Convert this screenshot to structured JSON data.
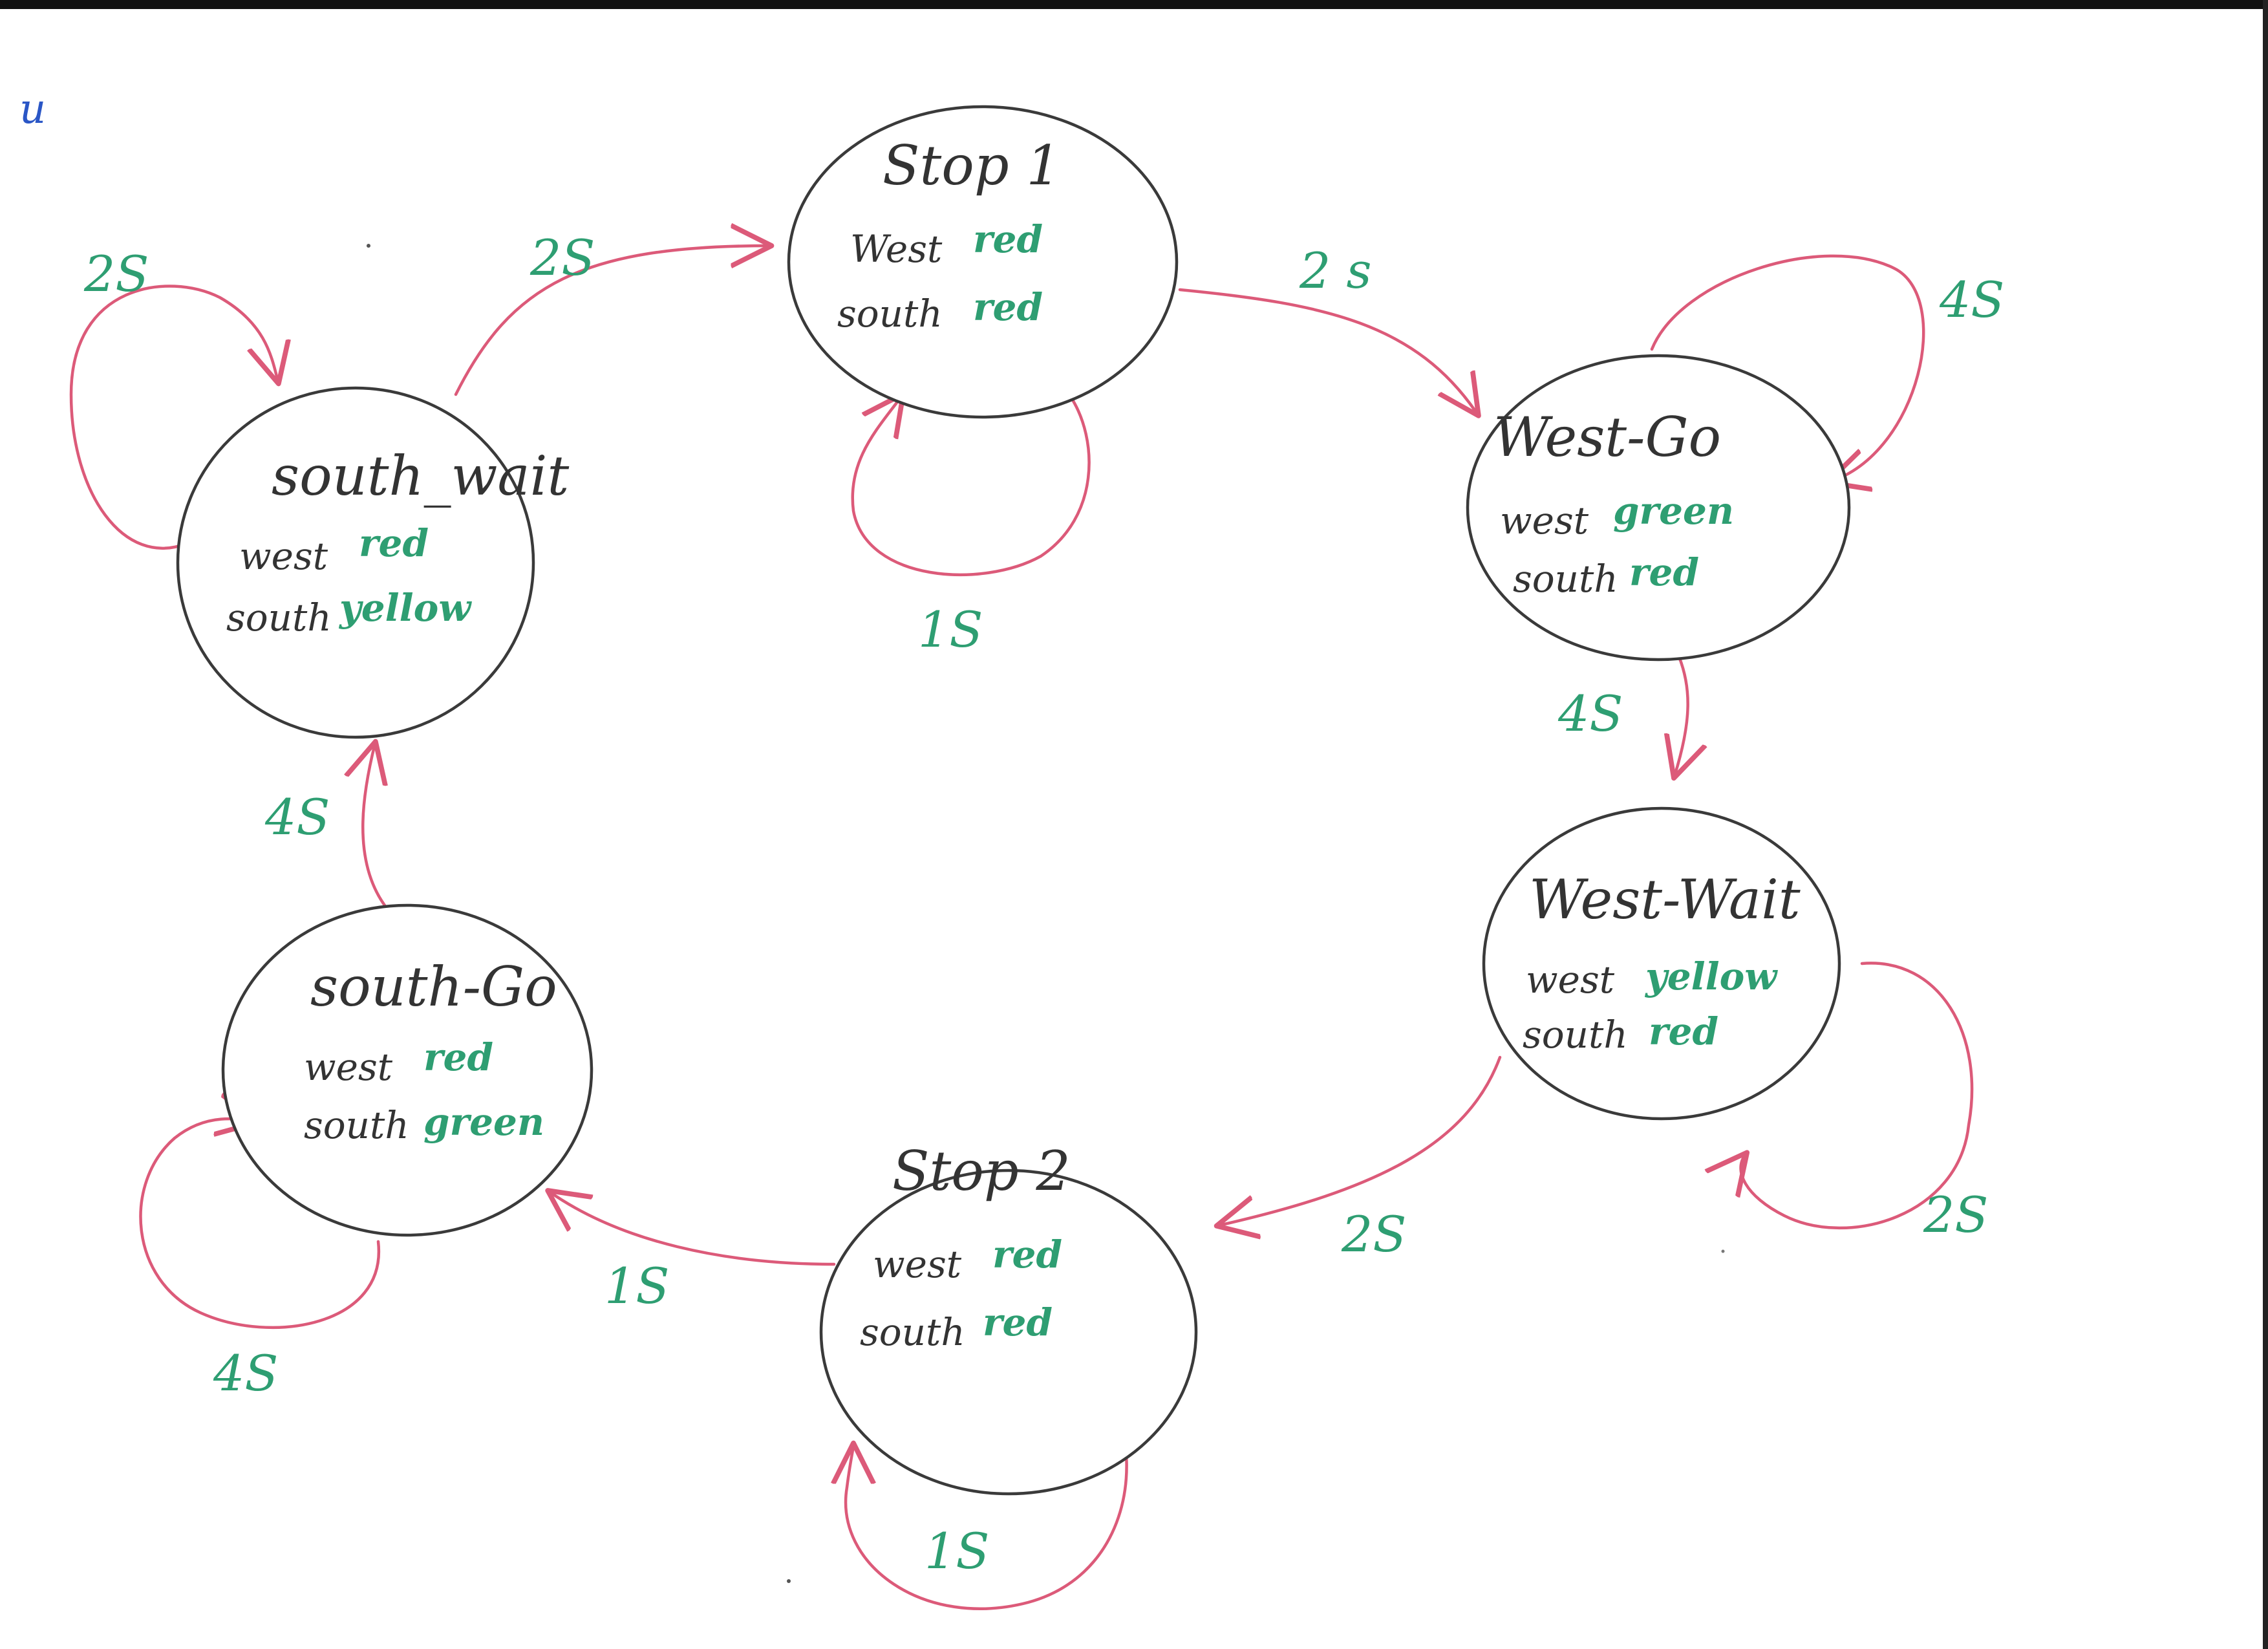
{
  "corner_mark": "u",
  "states": {
    "stop1": {
      "title": "Stop 1",
      "west_key": "West",
      "west_val": "red",
      "south_key": "south",
      "south_val": "red"
    },
    "west_go": {
      "title": "West-Go",
      "west_key": "west",
      "west_val": "green",
      "south_key": "south",
      "south_val": "red"
    },
    "west_wait": {
      "title": "West-Wait",
      "west_key": "west",
      "west_val": "yellow",
      "south_key": "south",
      "south_val": "red"
    },
    "stop2": {
      "title": "Stop 2",
      "west_key": "west",
      "west_val": "red",
      "south_key": "south",
      "south_val": "red"
    },
    "south_go": {
      "title": "south-Go",
      "west_key": "west",
      "west_val": "red",
      "south_key": "south",
      "south_val": "green"
    },
    "south_wait": {
      "title": "south_wait",
      "west_key": "west",
      "west_val": "red",
      "south_key": "south",
      "south_val": "yellow"
    }
  },
  "transitions": {
    "stop1_self": "1S",
    "stop1_to_westgo": "2 s",
    "westgo_self": "4S",
    "westgo_to_westwait": "4S",
    "westwait_self": "2S",
    "westwait_to_stop2": "2S",
    "stop2_self": "1S",
    "stop2_to_southgo": "1S",
    "southgo_self": "4S",
    "southgo_to_southwait": "4S",
    "southwait_self": "2S",
    "southwait_to_stop1": "2S"
  },
  "colors": {
    "arrow": "#dc5a79",
    "node_stroke": "#3a3a3a",
    "label_green": "#2e9e72"
  }
}
